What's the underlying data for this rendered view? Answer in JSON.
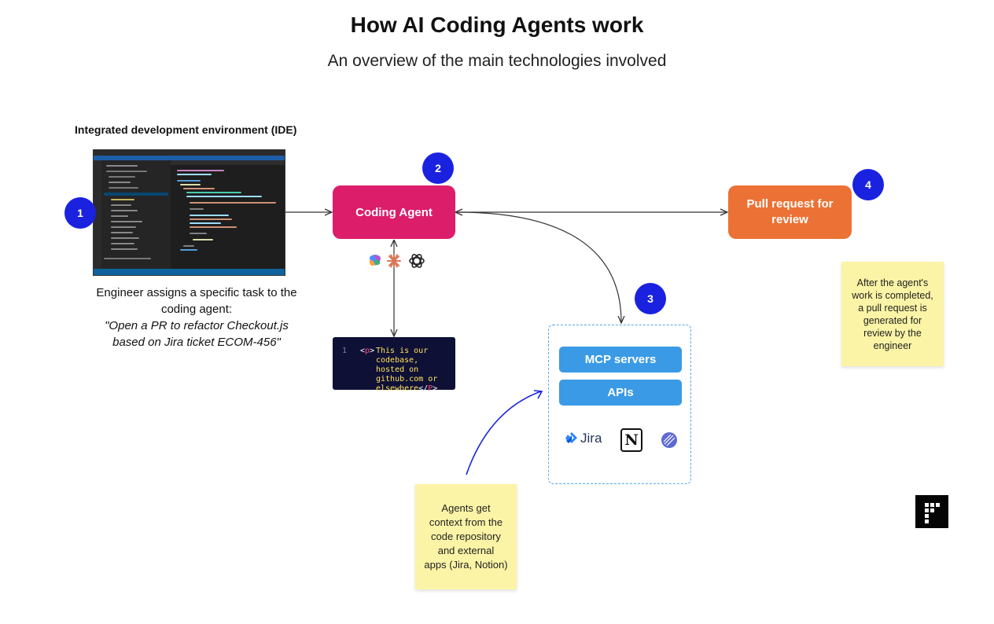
{
  "title": "How AI Coding Agents work",
  "subtitle": "An overview of the main technologies involved",
  "ide": {
    "heading": "Integrated development environment (IDE)",
    "caption_line1": "Engineer assigns a specific task to the",
    "caption_line2": "coding agent:",
    "quote_line1": "\"Open a PR to refactor Checkout.js",
    "quote_line2": "based on Jira ticket ECOM-456\""
  },
  "steps": [
    "1",
    "2",
    "3",
    "4"
  ],
  "nodes": {
    "coding_agent": "Coding Agent",
    "pull_request_line1": "Pull request for",
    "pull_request_line2": "review"
  },
  "code_snippet": {
    "line_number": "1",
    "open_tag_bracket": "<",
    "tag_name": "p",
    "close_bracket": ">",
    "text": "This is our codebase, hosted on github.com or elsewhere",
    "end_open": "</",
    "end_tag": "P",
    "end_close": ">"
  },
  "context": {
    "mcp_label": "MCP servers",
    "apis_label": "APIs",
    "apps": [
      {
        "name": "Jira",
        "icon": "jira-icon"
      },
      {
        "name": "Notion",
        "icon": "notion-icon",
        "glyph": "N"
      },
      {
        "name": "Linear",
        "icon": "linear-icon"
      }
    ]
  },
  "ai_tools": [
    {
      "icon": "copilot-icon"
    },
    {
      "icon": "claude-icon"
    },
    {
      "icon": "openai-icon"
    }
  ],
  "notes": {
    "context_note": [
      "Agents get",
      "context from the",
      "code repository",
      "and external",
      "apps (Jira, Notion)"
    ],
    "review_note": [
      "After the agent's",
      "work is completed,",
      "a pull request is",
      "generated for",
      "review by the",
      "engineer"
    ]
  },
  "colors": {
    "step_badge": "#1a22e0",
    "coding_agent": "#dc1d6a",
    "pull_request": "#ec7134",
    "pill": "#3a9ae5",
    "sticky": "#fbf4a6",
    "code_bg": "#0e1036"
  }
}
